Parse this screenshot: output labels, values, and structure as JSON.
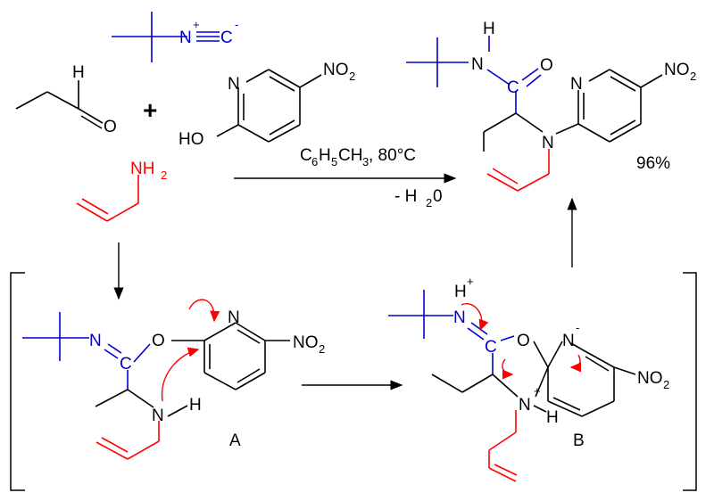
{
  "colors": {
    "bond": "#000000",
    "isocyanide": "#0000cc",
    "amine": "#ff0000",
    "arrow_push": "#ff0000"
  },
  "reagents": {
    "plus": "+",
    "isocyanide": {
      "N": "N",
      "C": "C",
      "charge_plus": "+",
      "charge_minus": "-"
    },
    "aldehyde": {
      "H": "H",
      "O": "O"
    },
    "pyridinol": {
      "N": "N",
      "nitro": "NO",
      "nitro_sub": "2",
      "HO": "HO"
    },
    "amine": {
      "NH": "NH",
      "sub": "2"
    }
  },
  "conditions": {
    "solvent_c": "C",
    "solvent_6a": "6",
    "solvent_h": "H",
    "solvent_5": "5",
    "solvent_ch": "CH",
    "solvent_3": "3",
    "solvent_tail": ", 80°C",
    "water_prefix": "- H",
    "water_sub": "2",
    "water_suffix": "0"
  },
  "product": {
    "H": "H",
    "N_amide": "N",
    "C": "C",
    "O": "O",
    "N_py": "N",
    "N_amine": "N",
    "nitro": "NO",
    "nitro_sub": "2",
    "yield": "96%"
  },
  "intermediate_A": {
    "N": "N",
    "C": "C",
    "O": "O",
    "N_py": "N",
    "nitro": "NO",
    "nitro_sub": "2",
    "N_amine": "N",
    "H": "H",
    "label": "A"
  },
  "intermediate_B": {
    "H_plus": "H",
    "H_plus_sup": "+",
    "N": "N",
    "C": "C",
    "O": "O",
    "N_py": "N",
    "N_py_minus": "-",
    "N_amine": "N",
    "N_amine_plus": "+",
    "H": "H",
    "nitro": "NO",
    "nitro_sub": "2",
    "label": "B"
  }
}
